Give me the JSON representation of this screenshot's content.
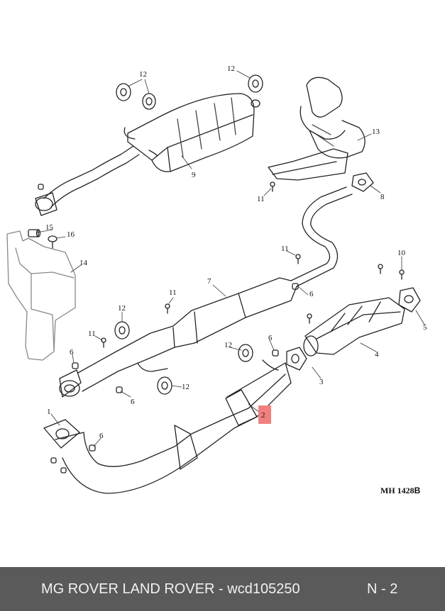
{
  "callouts": [
    {
      "id": "c1",
      "label": "1"
    },
    {
      "id": "c2",
      "label": "2"
    },
    {
      "id": "c3",
      "label": "3"
    },
    {
      "id": "c4",
      "label": "4"
    },
    {
      "id": "c5",
      "label": "5"
    },
    {
      "id": "c6a",
      "label": "6"
    },
    {
      "id": "c6b",
      "label": "6"
    },
    {
      "id": "c6c",
      "label": "6"
    },
    {
      "id": "c6d",
      "label": "6"
    },
    {
      "id": "c6e",
      "label": "6"
    },
    {
      "id": "c7",
      "label": "7"
    },
    {
      "id": "c8",
      "label": "8"
    },
    {
      "id": "c9",
      "label": "9"
    },
    {
      "id": "c10",
      "label": "10"
    },
    {
      "id": "c11a",
      "label": "11"
    },
    {
      "id": "c11b",
      "label": "11"
    },
    {
      "id": "c11c",
      "label": "11"
    },
    {
      "id": "c11d",
      "label": "11"
    },
    {
      "id": "c12a",
      "label": "12"
    },
    {
      "id": "c12b",
      "label": "12"
    },
    {
      "id": "c12c",
      "label": "12"
    },
    {
      "id": "c12d",
      "label": "12"
    },
    {
      "id": "c12e",
      "label": "12"
    },
    {
      "id": "c13",
      "label": "13"
    },
    {
      "id": "c14",
      "label": "14"
    },
    {
      "id": "c15",
      "label": "15"
    },
    {
      "id": "c16",
      "label": "16"
    }
  ],
  "highlighted_callout": "2",
  "highlight_color": "#f08080",
  "diagram_ref_prefix": "MH 1428",
  "diagram_ref_suffix": "B",
  "footer": {
    "title": "MG ROVER LAND ROVER - wcd105250",
    "ref": "N - 2",
    "background": "#5a5a5a"
  }
}
